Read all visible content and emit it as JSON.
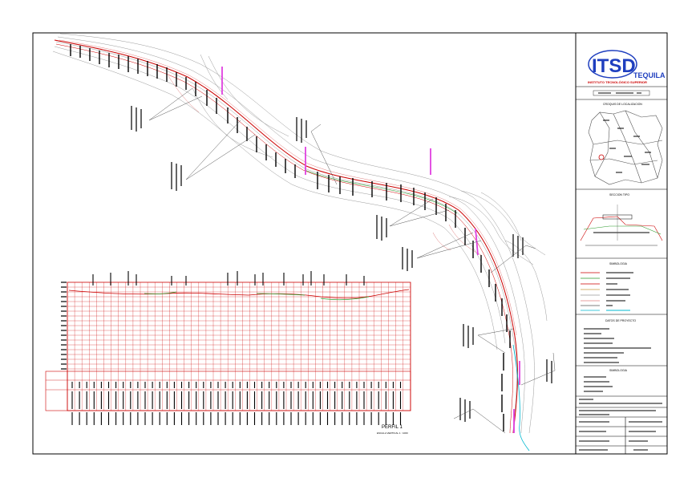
{
  "title_block": {
    "logo_main": "ITSD",
    "logo_sub": "TEQUILA",
    "institute_name": "INSTITUTO TECNOLÓGICO SUPERIOR",
    "map_heading": "CROQUIS DE LOCALIZACION",
    "section_heading": "SECCION TIPO",
    "legend_heading": "SIMBOLOGIA",
    "data_heading": "DATOS DE PROYECTO",
    "notes_heading": "SIMBOLOGIA"
  },
  "profile": {
    "label": "PERFIL 1",
    "scale_note": "ESCALA VERTICAL 1 : 1000"
  },
  "colors": {
    "frame": "#000000",
    "grid": "#cc0000",
    "contour": "#9a9a9a",
    "alignment": "#cc0000",
    "highlight": "#e040e0",
    "water": "#00b8d0",
    "logo": "#1f3fbf"
  }
}
